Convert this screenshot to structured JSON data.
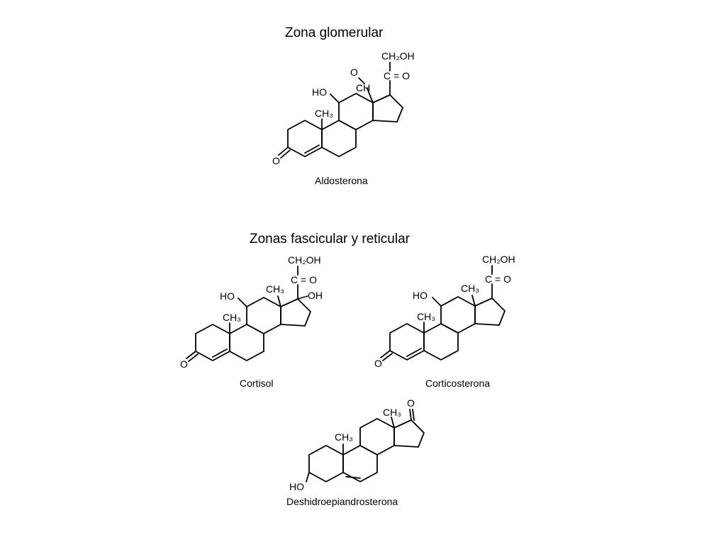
{
  "headings": {
    "glomerular": "Zona glomerular",
    "fascicular": "Zonas fascicular y reticular"
  },
  "molecules": {
    "aldosterona": {
      "name": "Aldosterona",
      "labels": {
        "ch2oh": "CH₂OH",
        "co": "C = O",
        "ch": "CH",
        "o_ald": "O",
        "ho": "HO",
        "ch3": "CH₃",
        "o_keto": "O"
      }
    },
    "cortisol": {
      "name": "Cortisol",
      "labels": {
        "ch2oh": "CH₂OH",
        "co": "C = O",
        "ch3_top": "CH₃",
        "oh": "OH",
        "ho": "HO",
        "ch3": "CH₃",
        "o_keto": "O"
      }
    },
    "corticosterona": {
      "name": "Corticosterona",
      "labels": {
        "ch2oh": "CH₂OH",
        "co": "C = O",
        "ch3_top": "CH₃",
        "ho": "HO",
        "ch3": "CH₃",
        "o_keto": "O"
      }
    },
    "dhea": {
      "name": "Deshidroepiandrosterona",
      "labels": {
        "ch3_top": "CH₃",
        "o": "O",
        "ch3": "CH₃",
        "ho": "HO"
      }
    }
  }
}
